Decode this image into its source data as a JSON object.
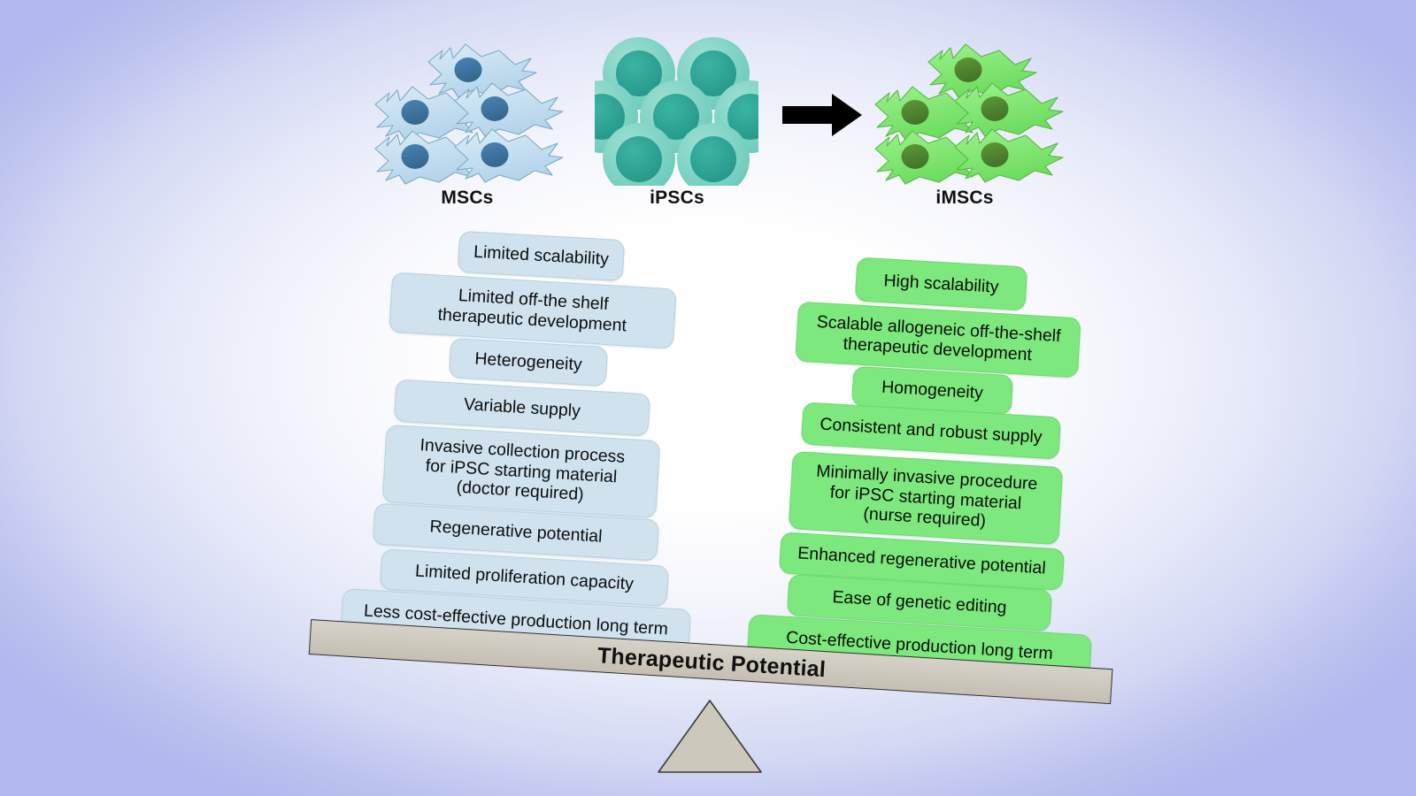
{
  "figure": {
    "title_on_beam": "Therapeutic Potential",
    "background": {
      "center_color": "#ffffff",
      "edge_color": "#b0b8ed"
    }
  },
  "cell_groups": [
    {
      "id": "mscs",
      "label": "MSCs",
      "icon": "mesenchymal-cells-icon",
      "cell_count": 5,
      "body_color": "#c6dff0",
      "nucleus_color": "#3c77ab",
      "shape": "spindle-fibroblast"
    },
    {
      "id": "ipscs",
      "label": "iPSCs",
      "icon": "ipsc-colony-icon",
      "cell_count": 7,
      "body_color": "#7ad4c4",
      "nucleus_color": "#2ba698",
      "shape": "round-colony"
    },
    {
      "id": "imscs",
      "label": "iMSCs",
      "icon": "induced-mesenchymal-cells-icon",
      "cell_count": 5,
      "body_color": "#7ee870",
      "nucleus_color": "#4f8a2e",
      "shape": "spindle-fibroblast"
    }
  ],
  "arrow": {
    "name": "derivation-arrow",
    "direction": "right",
    "color": "#000000"
  },
  "left_pan": {
    "side": "MSCs",
    "accent_color": "#cfe2ee",
    "items": [
      "Limited scalability",
      "Limited off-the shelf\ntherapeutic development",
      "Heterogeneity",
      "Variable supply",
      "Invasive collection process\nfor iPSC starting material\n(doctor required)",
      "Regenerative potential",
      "Limited proliferation capacity",
      "Less cost-effective production long term"
    ]
  },
  "right_pan": {
    "side": "iMSCs",
    "accent_color": "#7de87d",
    "items": [
      "High scalability",
      "Scalable allogeneic off-the-shelf\ntherapeutic development",
      "Homogeneity",
      "Consistent and robust supply",
      "Minimally invasive procedure\nfor iPSC starting material\n(nurse required)",
      "Enhanced regenerative potential",
      "Ease of genetic editing",
      "Cost-effective production long term"
    ]
  },
  "balance": {
    "beam_label": "Therapeutic Potential",
    "beam_color": "#cdc8bc",
    "fulcrum_color": "#cdc8bc",
    "tilt_degrees": 3.55,
    "heavier_side": "right"
  }
}
